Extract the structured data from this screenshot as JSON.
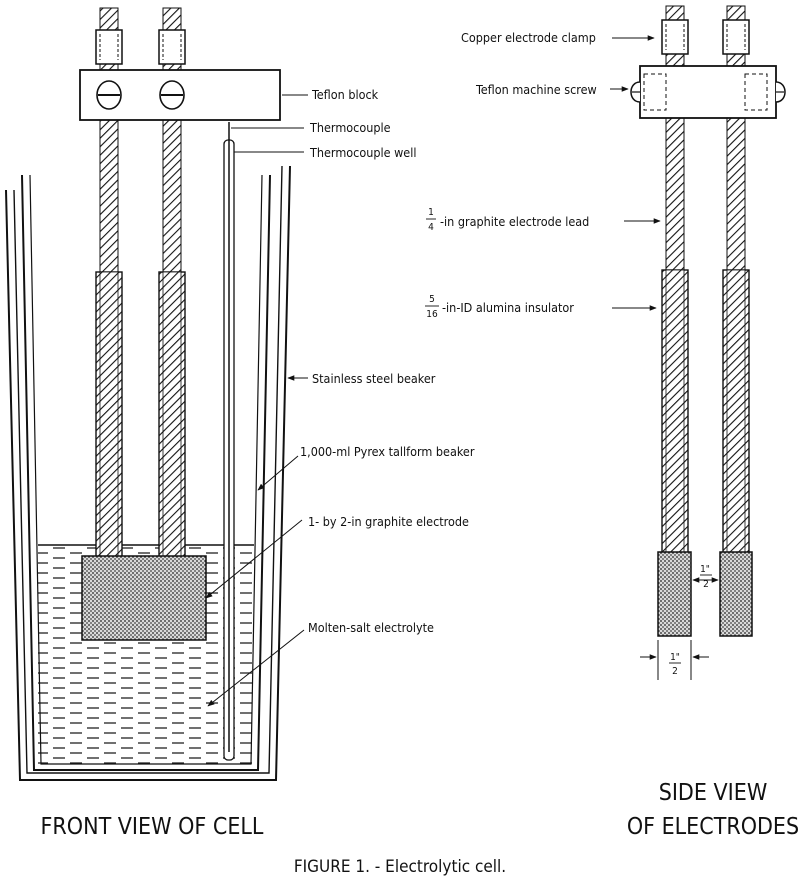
{
  "labels": {
    "teflon_block": "Teflon block",
    "thermocouple": "Thermocouple",
    "thermocouple_well": "Thermocouple well",
    "stainless_steel_beaker": "Stainless steel beaker",
    "pyrex_beaker": "1,000-ml Pyrex tallform beaker",
    "graphite_electrode": "1- by 2-in graphite electrode",
    "electrolyte": "Molten-salt electrolyte",
    "copper_clamp": "Copper electrode clamp",
    "teflon_screw": "Teflon machine screw",
    "graphite_lead_frac_num": "1",
    "graphite_lead_frac_den": "4",
    "graphite_lead_text": "-in graphite electrode lead",
    "alumina_frac_num": "5",
    "alumina_frac_den": "16",
    "alumina_text": "-in-ID alumina insulator",
    "gap_num": "1\"",
    "gap_den": "2",
    "width_num": "1\"",
    "width_den": "2"
  },
  "titles": {
    "front_view": "FRONT VIEW OF CELL",
    "side_view_line1": "SIDE VIEW",
    "side_view_line2": "OF ELECTRODES"
  },
  "caption": "FIGURE 1. - Electrolytic cell."
}
